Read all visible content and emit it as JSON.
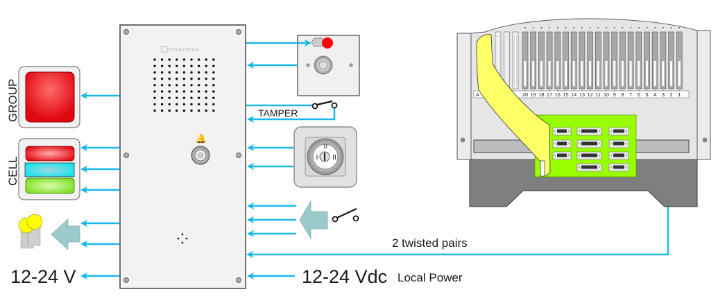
{
  "diagram": {
    "labels": {
      "group": "GROUP",
      "cell": "CELL",
      "tamper": "TAMPER",
      "twisted_pairs": "2 twisted pairs",
      "output_voltage": "12-24 V",
      "input_voltage": "12-24 Vdc",
      "local_power": "Local Power"
    },
    "panel": {
      "brand_logo": "STENTOFON"
    },
    "key_switch": {
      "positions": [
        "I",
        "0",
        "II"
      ]
    },
    "rack": {
      "slot_numbers": [
        "20",
        "19",
        "18",
        "17",
        "16",
        "15",
        "14",
        "13",
        "12",
        "11",
        "10",
        "9",
        "8",
        "7",
        "6",
        "5",
        "4",
        "3",
        "2",
        "1"
      ],
      "first_slot_label": "A"
    },
    "colors": {
      "wire": "#1ab8e8",
      "group_lamp": "#e8101a",
      "cell_red": "#e8101a",
      "cell_cyan": "#19e6ef",
      "cell_green": "#88e82a",
      "io_board": "#99ff00",
      "ribbon": "#ffff66",
      "big_arrow": "#9ccacc"
    }
  }
}
